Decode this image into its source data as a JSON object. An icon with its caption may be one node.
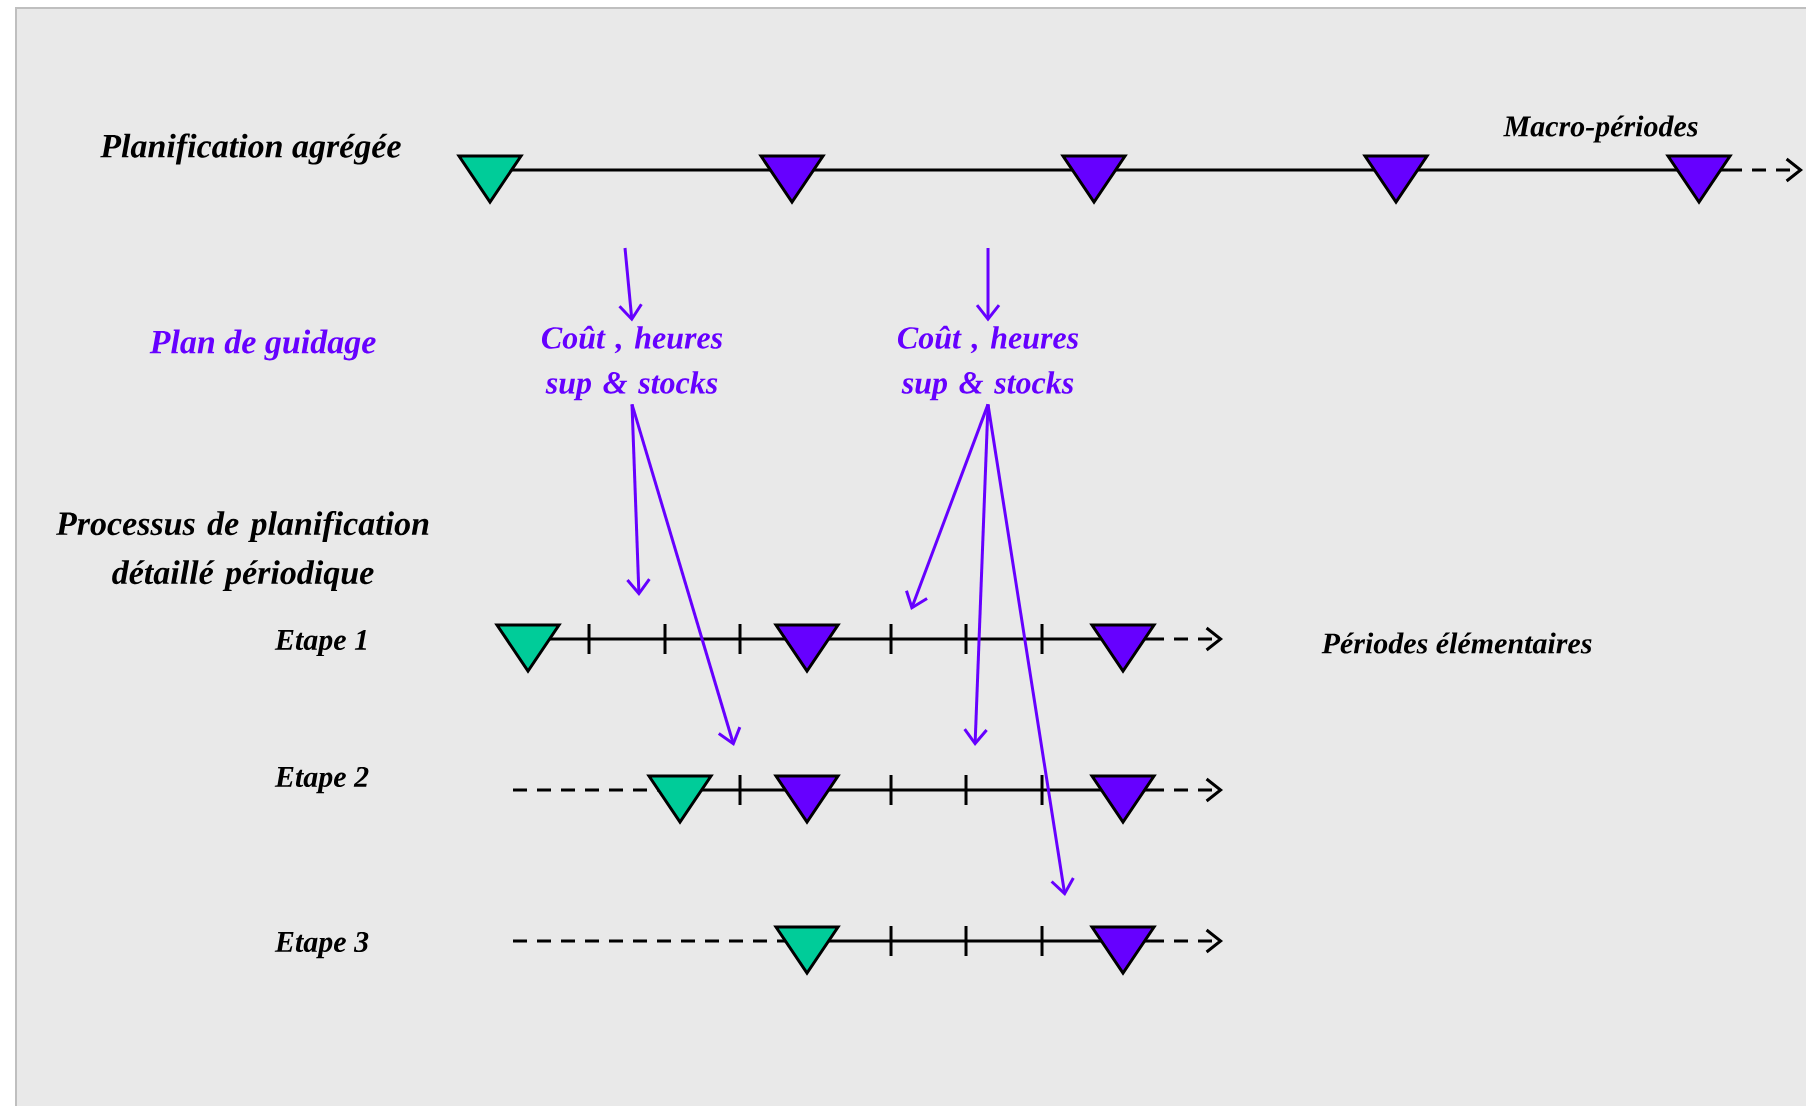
{
  "diagram": {
    "nodes": [
      {
        "text": [
          "Coût ,  heures sup & stocks"
        ]
      },
      {
        "text": [
          "Coût ,  heures sup & stocks"
        ]
      }
    ],
    "edges": [
      {
        "from": null,
        "to": 0,
        "arrow": "to"
      },
      {
        "from": null,
        "to": 1,
        "arrow": "to"
      },
      {
        "from": 0,
        "to": null,
        "arrow": "to"
      },
      {
        "from": 0,
        "to": null,
        "arrow": "to"
      },
      {
        "from": 1,
        "to": null,
        "arrow": "to"
      },
      {
        "from": 1,
        "to": null,
        "arrow": "to"
      },
      {
        "from": 1,
        "to": null,
        "arrow": "to"
      }
    ],
    "labels": [
      "Planification agrégée",
      "Macro-périodes",
      "Plan de guidage",
      "Processus de planification détaillé périodique",
      "Etape 1",
      "Périodes élémentaires",
      "Etape 2",
      "Etape 3"
    ]
  }
}
